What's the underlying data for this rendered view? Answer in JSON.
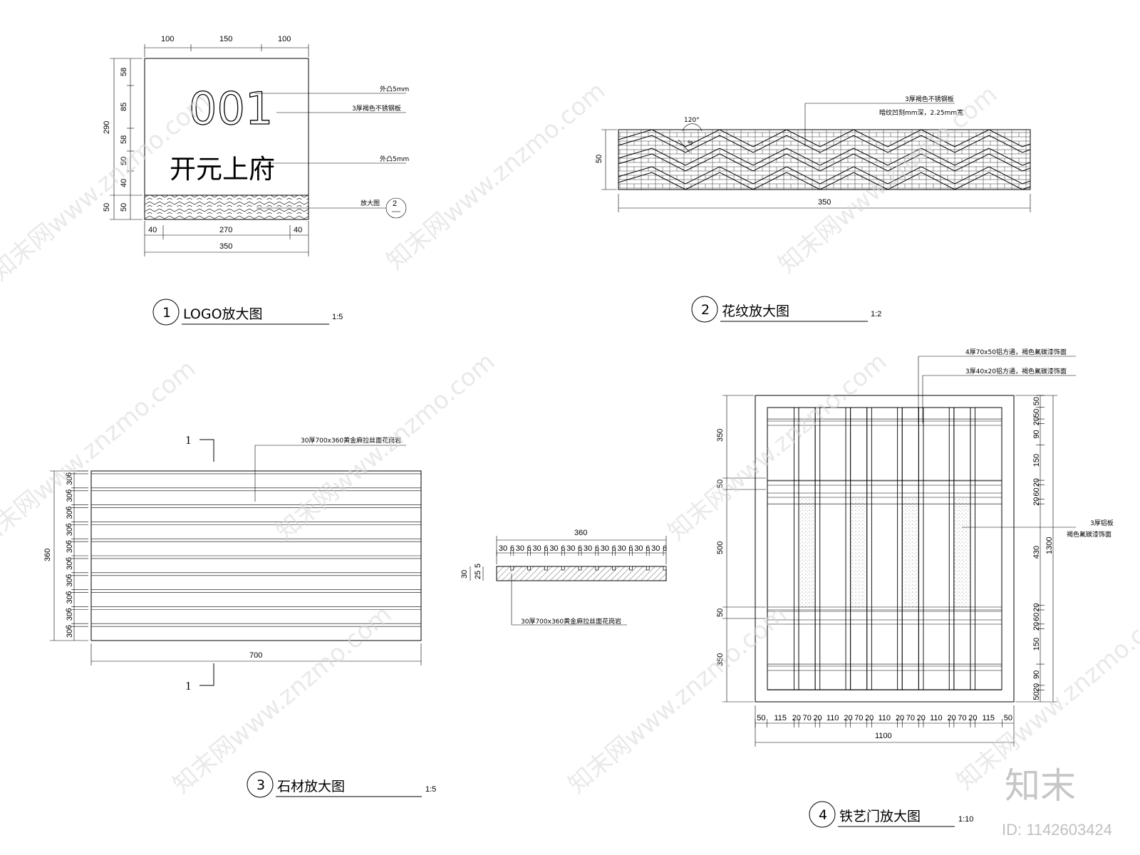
{
  "watermark": {
    "text": "知末网www.znzmo.com",
    "brand": "知末",
    "id": "ID: 1142603424"
  },
  "logo": {
    "number": "001",
    "name": "开元上府",
    "dims_top": [
      "100",
      "150",
      "100"
    ],
    "dims_left": [
      "58",
      "85",
      "58",
      "50",
      "40",
      "50"
    ],
    "dim_left_total": "290",
    "dim_left_bottom": "50",
    "dims_bottom": [
      "40",
      "270",
      "40"
    ],
    "dim_bottom_total": "350",
    "notes": [
      "外凸5mm",
      "3厚褐色不锈钢板",
      "外凸5mm",
      "放大图"
    ],
    "callout_number": "2",
    "title_number": "1",
    "title": "LOGO放大图",
    "scale": "1:5"
  },
  "pattern": {
    "notes": [
      "3厚褐色不锈钢板",
      "暗纹凹刻mm深，2.25mm宽"
    ],
    "angle": "120°",
    "dim_small": "5",
    "dim_height": "50",
    "dim_width": "350",
    "title_number": "2",
    "title": "花纹放大图",
    "scale": "1:2"
  },
  "stone": {
    "section_label": "1",
    "note": "30厚700x360黄金麻拉丝面花岗岩",
    "dim_height": "360",
    "dim_width": "700",
    "left_dims": [
      "6",
      "30",
      "6",
      "30",
      "6",
      "30",
      "6",
      "30",
      "6",
      "30",
      "6",
      "30",
      "6",
      "30",
      "6",
      "30",
      "6",
      "30",
      "6",
      "30"
    ],
    "section_top_total": "360",
    "section_top_dims": [
      "30",
      "6",
      "30",
      "6",
      "30",
      "6",
      "30",
      "6",
      "30",
      "6",
      "30",
      "6",
      "30",
      "6",
      "30",
      "6",
      "30",
      "6",
      "30",
      "6"
    ],
    "section_side": [
      "30",
      "25",
      "5"
    ],
    "section_note": "30厚700x360黄金麻拉丝面花岗岩",
    "title_number": "3",
    "title": "石材放大图",
    "scale": "1:5"
  },
  "gate": {
    "notes": [
      "4厚70x50铝方通，褐色氟碳漆饰面",
      "3厚40x20铝方通，褐色氟碳漆饰面"
    ],
    "panel_note": [
      "3厚铝板",
      "褐色氟碳漆饰面"
    ],
    "left_dims": [
      "350",
      "50",
      "500",
      "50",
      "350"
    ],
    "right_dims": [
      "50",
      "50",
      "20",
      "90",
      "150",
      "20",
      "60",
      "20",
      "430",
      "20",
      "60",
      "20",
      "150",
      "90",
      "20",
      "50"
    ],
    "right_total": "1300",
    "bottom_dims": [
      "50",
      "115",
      "20",
      "70",
      "20",
      "110",
      "20",
      "70",
      "20",
      "110",
      "20",
      "70",
      "20",
      "110",
      "20",
      "70",
      "20",
      "115",
      "50"
    ],
    "bottom_total": "1100",
    "title_number": "4",
    "title": "铁艺门放大图",
    "scale": "1:10"
  }
}
